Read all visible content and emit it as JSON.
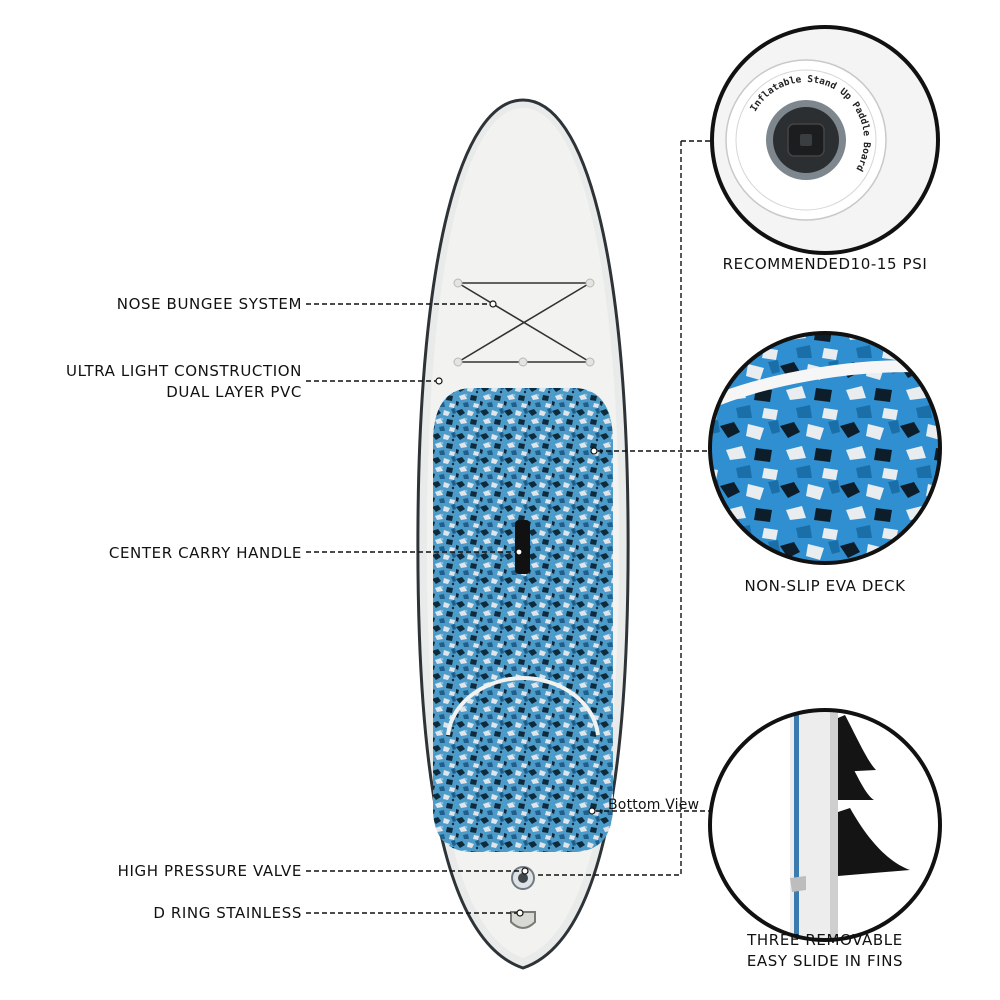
{
  "labels": {
    "nose_bungee": "NOSE BUNGEE SYSTEM",
    "construction_line1": "ULTRA LIGHT CONSTRUCTION",
    "construction_line2": "DUAL LAYER PVC",
    "carry_handle": "CENTER CARRY HANDLE",
    "valve": "HIGH PRESSURE VALVE",
    "d_ring": "D RING STAINLESS",
    "psi": "RECOMMENDED10-15 PSI",
    "deck": "NON-SLIP EVA DECK",
    "fins_line1": "THREE REMOVABLE",
    "fins_line2": "EASY SLIDE IN FINS",
    "bottom_view": "Bottom View"
  },
  "valve_ring_text": "Inflatable Stand Up Paddle Board",
  "colors": {
    "deck_blue": "#3a8fc4",
    "deck_dark": "#0f2a3a",
    "deck_light": "#d9dfe4",
    "board_white": "#f2f2f0",
    "rail_dark": "#2e3338"
  }
}
